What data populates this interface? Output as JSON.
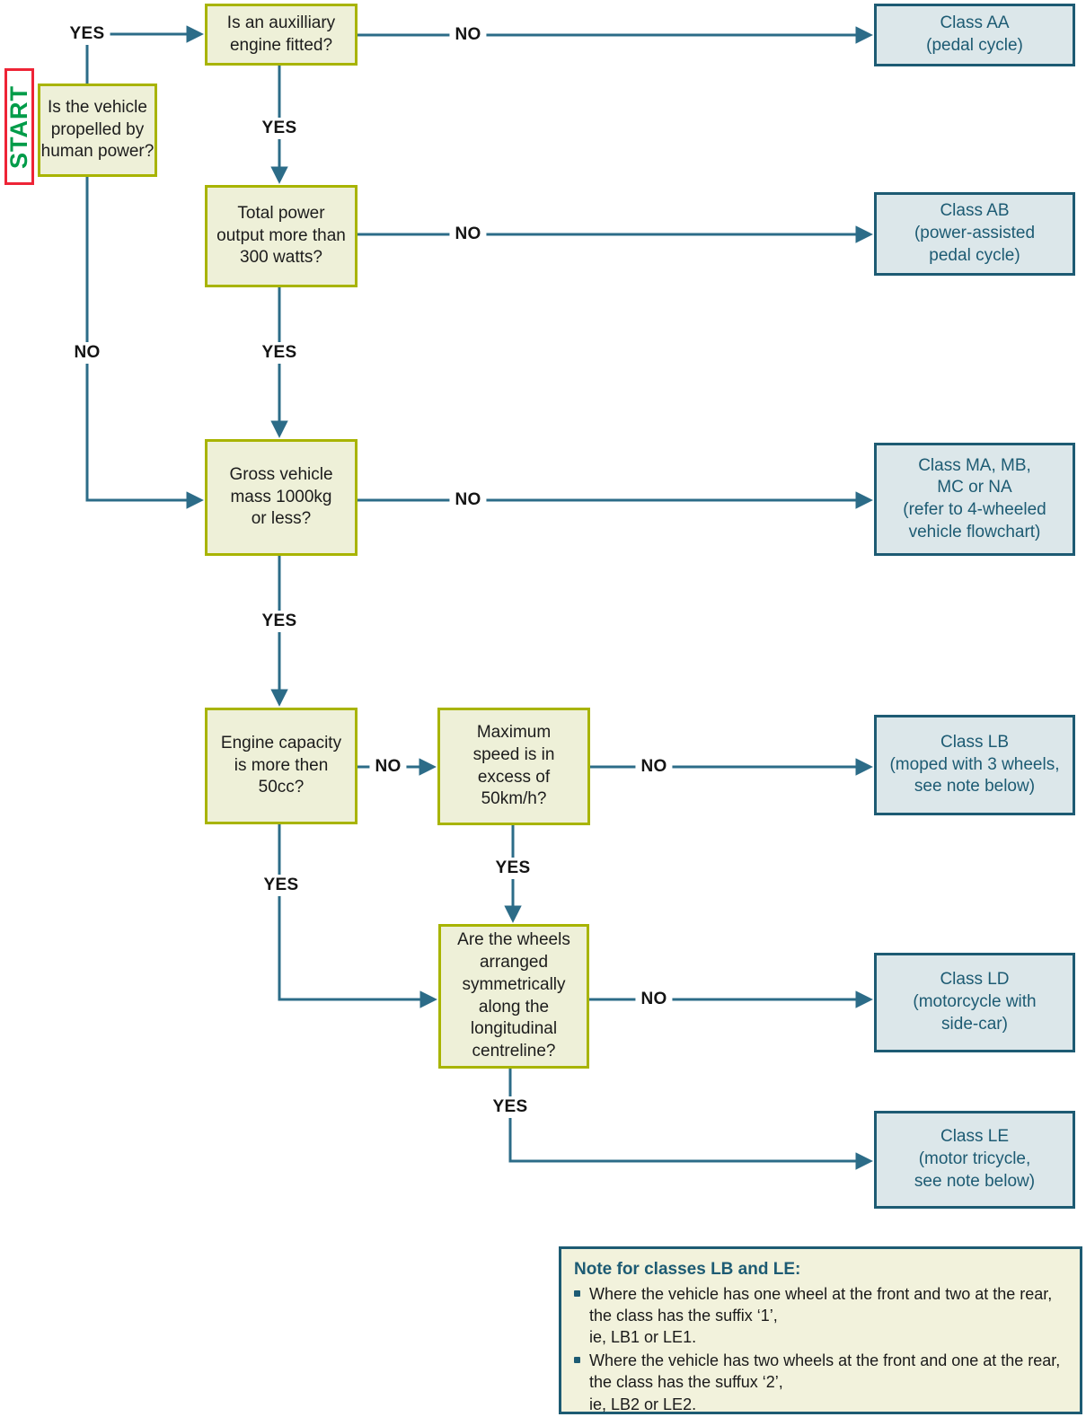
{
  "palette": {
    "connector_line": "#2c6c88",
    "question_fill": "#eef0d8",
    "question_border": "#a8b400",
    "class_fill": "#dce7ea",
    "class_border": "#1d5b73",
    "class_text": "#1d5b73",
    "note_fill": "#f2f2dc",
    "start_text_green": "#009c49",
    "start_border_red": "#ee2436",
    "edge_label_text": "#141414"
  },
  "flowchart": {
    "start_label": "START",
    "labels": {
      "yes": "YES",
      "no": "NO"
    },
    "questions": {
      "human_power": "Is the vehicle\npropelled by\nhuman power?",
      "aux_engine": "Is an auxilliary\nengine fitted?",
      "power_output": "Total power\noutput more than\n300 watts?",
      "gross_mass": "Gross vehicle\nmass 1000kg\nor less?",
      "engine_capacity": "Engine capacity\nis more then\n50cc?",
      "max_speed": "Maximum\nspeed is in\nexcess of\n50km/h?",
      "wheels_symmetrical": "Are the wheels\narranged\nsymmetrically\nalong the\nlongitudinal\ncentreline?"
    },
    "results": {
      "class_aa": "Class AA\n(pedal cycle)",
      "class_ab": "Class AB\n(power-assisted\npedal cycle)",
      "class_m": "Class MA, MB,\nMC or NA\n(refer to 4-wheeled\nvehicle flowchart)",
      "class_lb": "Class LB\n(moped with 3 wheels,\nsee note below)",
      "class_ld": "Class LD\n(motorcycle with\nside-car)",
      "class_le": "Class LE\n(motor tricycle,\nsee note below)"
    },
    "note": {
      "title": "Note for classes LB and LE:",
      "bullets": [
        "Where the vehicle has one wheel at the front and two at the rear,\nthe class has the suffix ‘1’,\nie, LB1 or LE1.",
        "Where the vehicle has two wheels at the front and one at the rear,\nthe class has the suffux ‘2’,\nie, LB2 or LE2."
      ]
    }
  }
}
